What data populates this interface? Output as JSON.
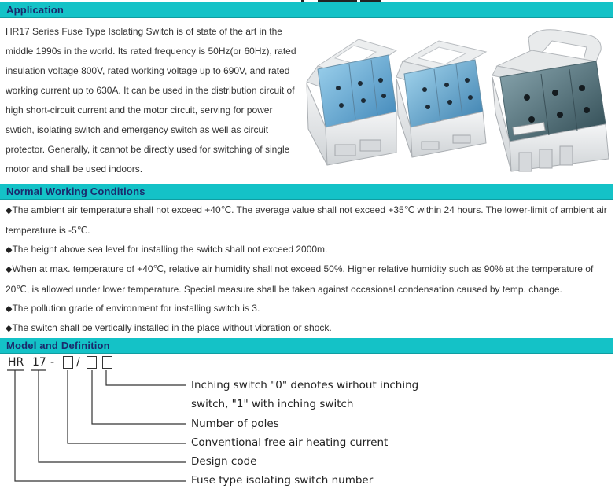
{
  "sections": {
    "application": {
      "title": "Application",
      "paragraph": "HR17 Series Fuse Type Isolating Switch is of state of the art in the middle 1990s in the world. Its rated frequency is 50Hz(or 60Hz), rated insulation voltage 800V, rated working voltage up to 690V, and rated working current up to 630A. It can be used in the distribution circuit of high short-circuit current and the motor circuit, serving for power swtich, isolating switch and emergency switch as well as circuit protector. Generally, it cannot be directly used for switching of single motor and shall be used indoors."
    },
    "conditions": {
      "title": "Normal Working Conditions",
      "bullet": "◆",
      "items": [
        "The ambient air temperature shall not exceed +40℃. The average value shall not exceed +35℃ within 24 hours. The lower-limit of ambient air temperature is -5℃.",
        "The height above sea level for installing the switch shall not exceed 2000m.",
        "When at max. temperature of +40℃, relative air humidity shall not exceed 50%. Higher relative humidity such as 90% at the temperature of 20℃, is allowed under lower temperature. Special measure shall be taken against occasional condensation caused by temp. change.",
        "The pollution grade of environment for installing switch is 3.",
        "The switch shall be vertically installed in the place without vibration or shock."
      ]
    },
    "model": {
      "title": "Model and Definition",
      "code": {
        "prefix": "HR",
        "series": "17",
        "dash": "-",
        "slash": "/"
      },
      "definitions": [
        "Inching switch \"0\" denotes wirhout inching",
        "switch, \"1\" with inching switch",
        "Number of poles",
        "Conventional free air heating current",
        "Design code",
        "Fuse type isolating switch number"
      ]
    }
  }
}
